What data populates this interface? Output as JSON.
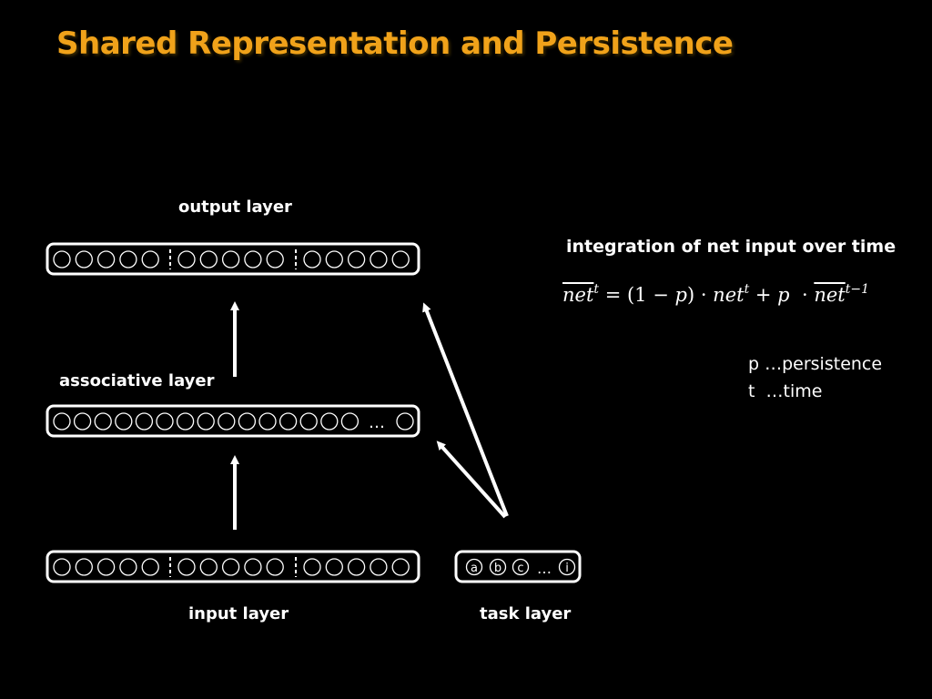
{
  "title": "Shared Representation and Persistence",
  "colors": {
    "title": "#f0a21a",
    "background": "#000000",
    "foreground": "#ffffff"
  },
  "labels": {
    "output_layer": "output layer",
    "associative_layer": "associative layer",
    "input_layer": "input layer",
    "task_layer": "task layer"
  },
  "associative_ellipsis": "…",
  "task_units": [
    "a",
    "b",
    "c",
    "…",
    "i"
  ],
  "integration": {
    "heading": "integration of net input over time",
    "formula": {
      "lhs": "net",
      "lhs_sup": "t",
      "equals": " = (1 − ",
      "p1": "p",
      "close": ") · ",
      "net2": "net",
      "net2_sup": "t",
      "plus": " + ",
      "p2": "p",
      "dot": "  · ",
      "net3": "net",
      "net3_sup": "t−1"
    }
  },
  "legend": {
    "p_line": "p …persistence",
    "t_line": "t  …time"
  }
}
